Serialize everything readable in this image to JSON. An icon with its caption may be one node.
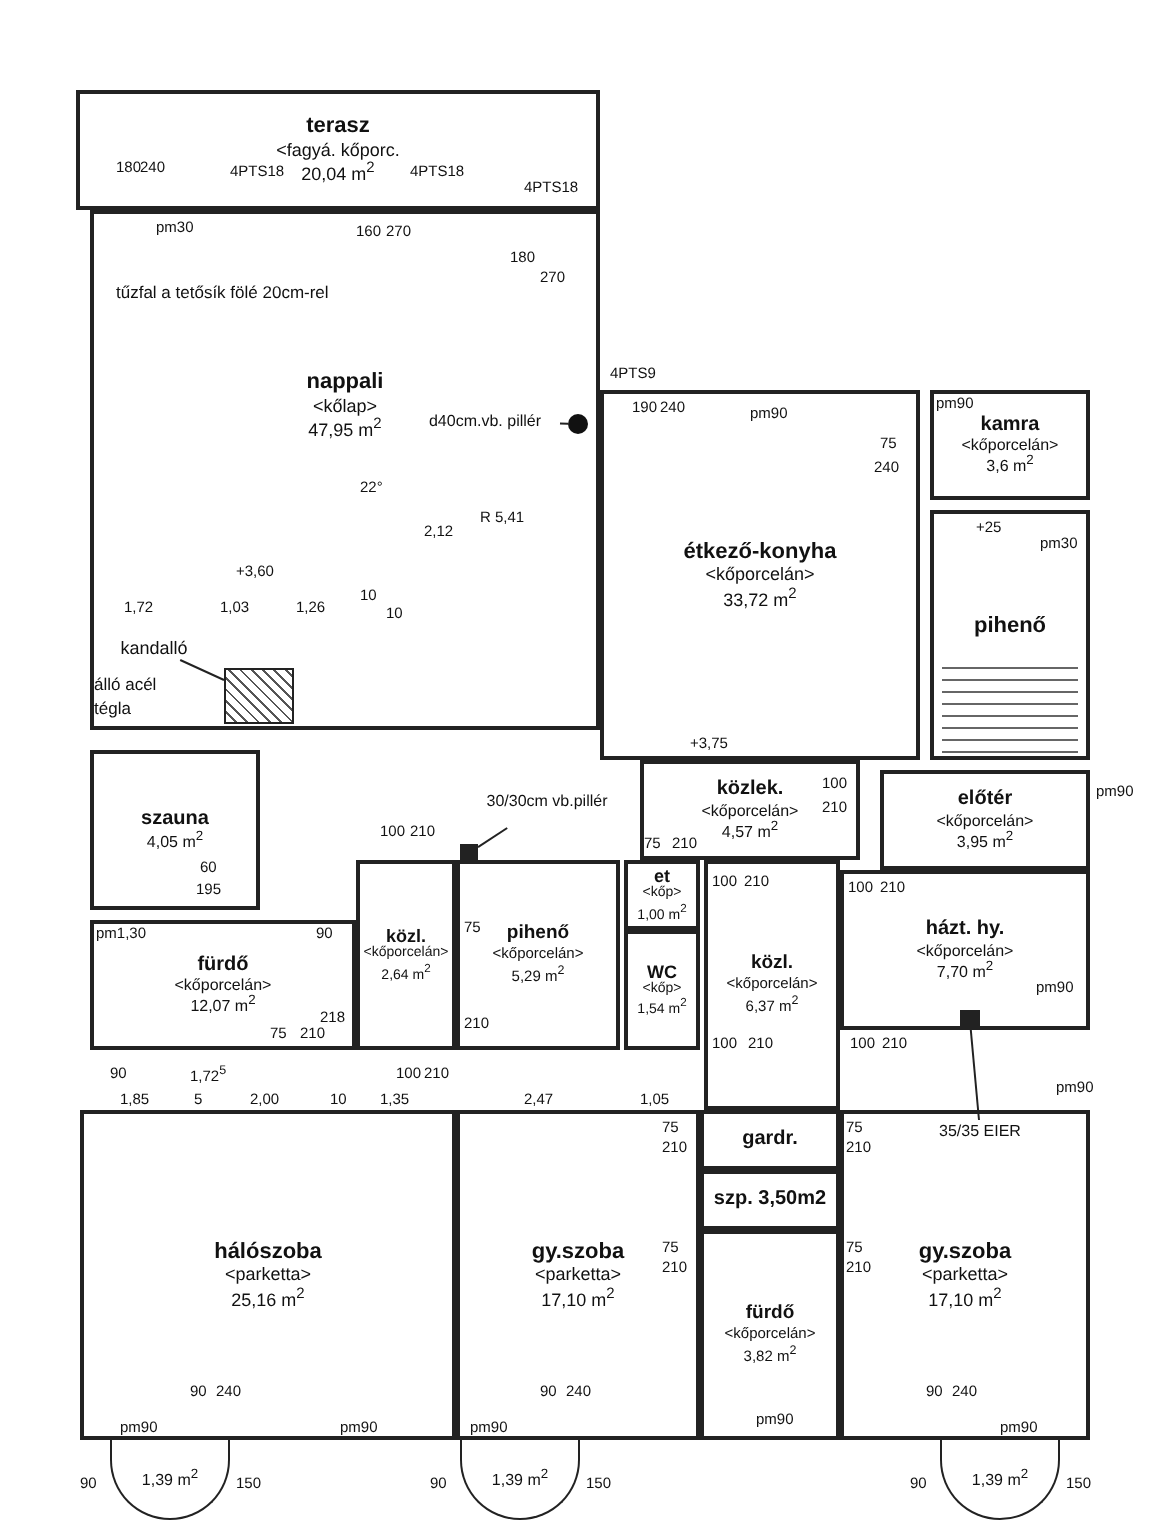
{
  "diagram": {
    "nodes": [
      {
        "text": [
          "terasz",
          "<fagyá. kőporc.",
          "20,04 m$^{2}$"
        ]
      },
      {
        "text": [
          "nappali",
          "<kőlap>",
          "47,95 m$^{2}$"
        ]
      },
      {
        "text": [
          "kamra",
          "<kőporcelán>",
          "3,6 m$^{2}$"
        ]
      },
      {
        "text": [
          "pihenő"
        ]
      },
      {
        "text": [
          "étkező-konyha",
          "<kőporcelán>",
          "33,72 m$^{2}$"
        ]
      },
      {
        "text": [
          "közlek.",
          "<kőporcelán>",
          "4,57 m$^{2}$"
        ]
      },
      {
        "text": [
          "előtér",
          "<kőporcelán>",
          "3,95 m$^{2}$"
        ]
      },
      {
        "text": [
          "szauna",
          "4,05 m$^{2}$"
        ]
      },
      {
        "text": [
          "fürdő",
          "<kőporcelán>",
          "12,07 m$^{2}$"
        ]
      },
      {
        "text": [
          "közl.",
          "<kőporcelán>",
          "2,64 m$^{2}$"
        ]
      },
      {
        "text": [
          "pihenő",
          "<kőporcelán>",
          "5,29 m$^{2}$"
        ]
      },
      {
        "text": [
          "et",
          "<kőp>",
          "1,00 m$^{2}$"
        ]
      },
      {
        "text": [
          "WC",
          "<kőp>",
          "1,54 m$^{2}$"
        ]
      },
      {
        "text": [
          "közl.",
          "<kőporcelán>",
          "6,37 m$^{2}$"
        ]
      },
      {
        "text": [
          "házt. hy.",
          "<kőporcelán>",
          "7,70 m$^{2}$"
        ]
      },
      {
        "text": [
          "hálószoba",
          "<parketta>",
          "25,16 m$^{2}$"
        ]
      },
      {
        "text": [
          "gy.szoba",
          "<parketta>",
          "17,10 m$^{2}$"
        ]
      },
      {
        "text": [
          "gardr."
        ]
      },
      {
        "text": [
          "szp. 3,50m2"
        ]
      },
      {
        "text": [
          "fürdő",
          "<kőporcelán>",
          "3,82 m$^{2}$"
        ]
      },
      {
        "text": [
          "gy.szoba",
          "<parketta>",
          "17,10 m$^{2}$"
        ]
      },
      {
        "text": [
          "1,39 m$^{2}$"
        ]
      },
      {
        "text": [
          "1,39 m$^{2}$"
        ]
      },
      {
        "text": [
          "1,39 m$^{2}$"
        ]
      },
      {
        "text": [],
        "shape": "box",
        "in": 1
      },
      {
        "text": [
          "kandalló"
        ],
        "in": 1
      },
      {
        "text": [
          "d40cm.vb. pillér"
        ],
        "in": 1
      },
      {
        "text": [],
        "shape": "circle",
        "in": 1
      },
      {
        "text": [
          "30/30cm vb.pillér"
        ]
      },
      {
        "text": [],
        "shape": "box"
      },
      {
        "text": [
          "35/35 EIER"
        ],
        "in": 20
      },
      {
        "text": [],
        "shape": "box",
        "in": 14
      }
    ],
    "edges": [
      {
        "from": 25,
        "to": 24,
        "arrow": "none"
      },
      {
        "from": 26,
        "to": 27,
        "arrow": "none"
      },
      {
        "from": 28,
        "to": 29,
        "arrow": "none"
      },
      {
        "from": 30,
        "to": 31,
        "arrow": "none"
      }
    ],
    "labels": [
      "180",
      "240",
      "4PTS18",
      "4PTS18",
      "4PTS18",
      "pm30",
      "160",
      "270",
      "180",
      "270",
      "tűzfal a tetősík fölé 20cm-rel",
      "4PTS9",
      "190",
      "240",
      "pm90",
      "75",
      "240",
      "pm90",
      "22°",
      "2,12",
      "R 5,41",
      "+3,60",
      "1,72",
      "1,03",
      "1,26",
      "10",
      "10",
      "álló acél",
      "tégla",
      "+3,75",
      "+25",
      "pm30",
      "100",
      "210",
      "pm90",
      "60",
      "195",
      "100",
      "210",
      "pm1,30",
      "90",
      "218",
      "75",
      "210",
      "75",
      "210",
      "75",
      "210",
      "100",
      "210",
      "100",
      "210",
      "pm90",
      "100",
      "210",
      "100",
      "210",
      "90",
      "1,72$^{5}$",
      "1,85",
      "5",
      "2,00",
      "10",
      "1,35",
      "100",
      "210",
      "2,47",
      "1,05",
      "75",
      "210",
      "75",
      "210",
      "75",
      "210",
      "75",
      "210",
      "pm90",
      "pm90",
      "90",
      "240",
      "pm90",
      "pm90",
      "90",
      "240",
      "90",
      "240",
      "pm90",
      "90",
      "150",
      "90",
      "150",
      "90",
      "150",
      "pm90"
    ]
  }
}
